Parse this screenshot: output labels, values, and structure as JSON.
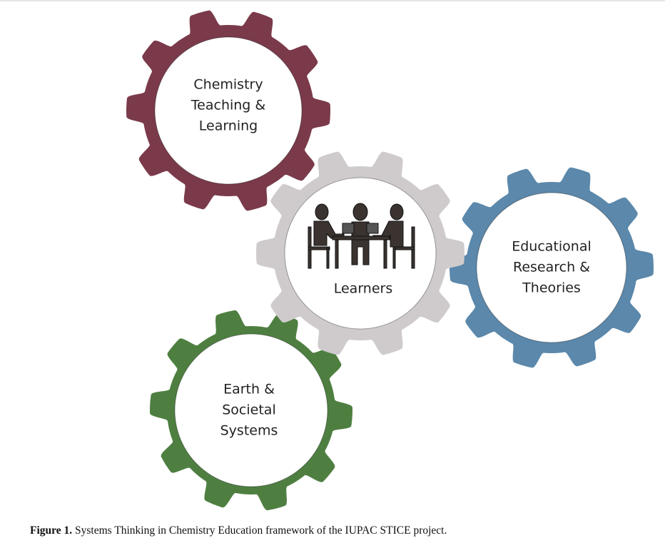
{
  "gears": [
    {
      "id": "chemistry",
      "lines": [
        "Chemistry",
        "Teaching &",
        "Learning"
      ],
      "color": "#7a3a4a"
    },
    {
      "id": "educational",
      "lines": [
        "Educational",
        "Research &",
        "Theories"
      ],
      "color": "#5b88ab"
    },
    {
      "id": "earth",
      "lines": [
        "Earth &",
        "Societal",
        "Systems"
      ],
      "color": "#4e7f41"
    },
    {
      "id": "learners",
      "lines": [
        "Learners"
      ],
      "color": "#cfcbcd",
      "icon": "learners-at-table-icon"
    }
  ],
  "caption": {
    "label": "Figure 1.",
    "text": " Systems Thinking in Chemistry Education framework of the IUPAC STICE project."
  }
}
